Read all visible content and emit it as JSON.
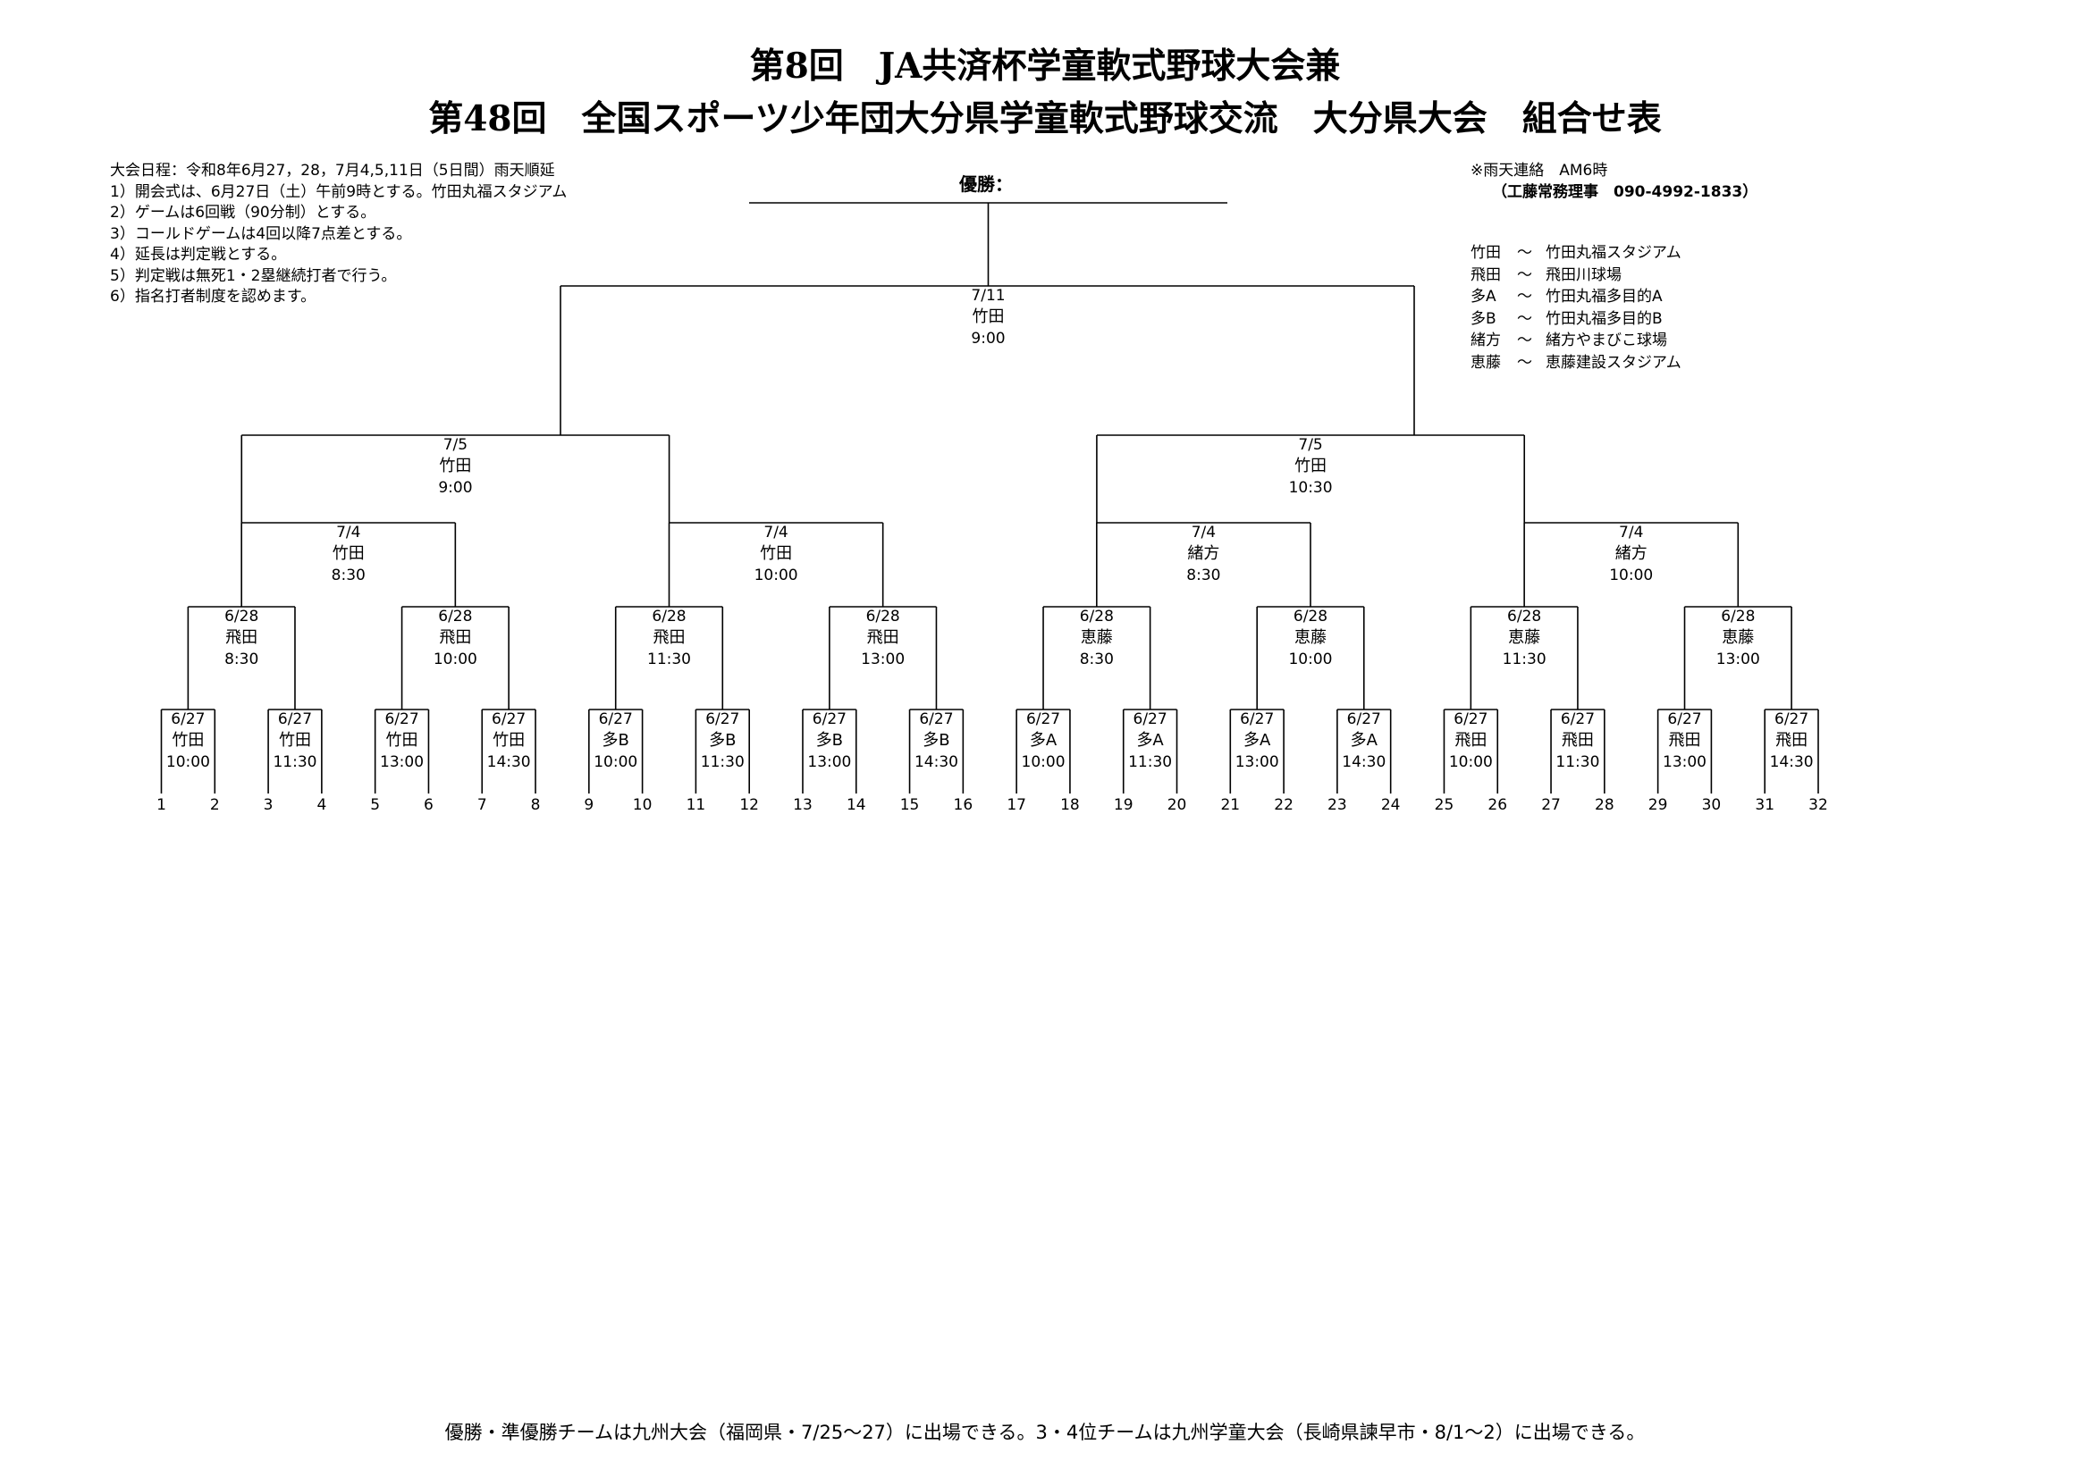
{
  "title": {
    "line1": "第8回　JA共済杯学童軟式野球大会兼",
    "line2": "第48回　全国スポーツ少年団大分県学童軟式野球交流　大分県大会　組合せ表"
  },
  "schedule": [
    "大会日程：令和8年6月27，28，7月4,5,11日（5日間）雨天順延",
    "1）開会式は、6月27日（土）午前9時とする。竹田丸福スタジアム",
    "2）ゲームは6回戦（90分制）とする。",
    "3）コールドゲームは4回以降7点差とする。",
    "4）延長は判定戦とする。",
    "5）判定戦は無死1・2塁継続打者で行う。",
    "6）指名打者制度を認めます。"
  ],
  "contact": {
    "line1": "※雨天連絡　AM6時",
    "line2": "（工藤常務理事　090-4992-1833）"
  },
  "venues": [
    {
      "abbr": "竹田",
      "sep": "～",
      "name": "竹田丸福スタジアム"
    },
    {
      "abbr": "飛田",
      "sep": "～",
      "name": "飛田川球場"
    },
    {
      "abbr": "多A",
      "sep": "～",
      "name": "竹田丸福多目的A"
    },
    {
      "abbr": "多B",
      "sep": "～",
      "name": "竹田丸福多目的B"
    },
    {
      "abbr": "緒方",
      "sep": "～",
      "name": "緒方やまびこ球場"
    },
    {
      "abbr": "恵藤",
      "sep": "～",
      "name": "恵藤建設スタジアム"
    }
  ],
  "champion_label": "優勝：",
  "bracket": {
    "teams": [
      "1",
      "2",
      "3",
      "4",
      "5",
      "6",
      "7",
      "8",
      "9",
      "10",
      "11",
      "12",
      "13",
      "14",
      "15",
      "16",
      "17",
      "18",
      "19",
      "20",
      "21",
      "22",
      "23",
      "24",
      "25",
      "26",
      "27",
      "28",
      "29",
      "30",
      "31",
      "32"
    ],
    "round1": [
      {
        "date": "6/27",
        "venue": "竹田",
        "time": "10:00"
      },
      {
        "date": "6/27",
        "venue": "竹田",
        "time": "11:30"
      },
      {
        "date": "6/27",
        "venue": "竹田",
        "time": "13:00"
      },
      {
        "date": "6/27",
        "venue": "竹田",
        "time": "14:30"
      },
      {
        "date": "6/27",
        "venue": "多B",
        "time": "10:00"
      },
      {
        "date": "6/27",
        "venue": "多B",
        "time": "11:30"
      },
      {
        "date": "6/27",
        "venue": "多B",
        "time": "13:00"
      },
      {
        "date": "6/27",
        "venue": "多B",
        "time": "14:30"
      },
      {
        "date": "6/27",
        "venue": "多A",
        "time": "10:00"
      },
      {
        "date": "6/27",
        "venue": "多A",
        "time": "11:30"
      },
      {
        "date": "6/27",
        "venue": "多A",
        "time": "13:00"
      },
      {
        "date": "6/27",
        "venue": "多A",
        "time": "14:30"
      },
      {
        "date": "6/27",
        "venue": "飛田",
        "time": "10:00"
      },
      {
        "date": "6/27",
        "venue": "飛田",
        "time": "11:30"
      },
      {
        "date": "6/27",
        "venue": "飛田",
        "time": "13:00"
      },
      {
        "date": "6/27",
        "venue": "飛田",
        "time": "14:30"
      }
    ],
    "round2": [
      {
        "date": "6/28",
        "venue": "飛田",
        "time": "8:30"
      },
      {
        "date": "6/28",
        "venue": "飛田",
        "time": "10:00"
      },
      {
        "date": "6/28",
        "venue": "飛田",
        "time": "11:30"
      },
      {
        "date": "6/28",
        "venue": "飛田",
        "time": "13:00"
      },
      {
        "date": "6/28",
        "venue": "恵藤",
        "time": "8:30"
      },
      {
        "date": "6/28",
        "venue": "恵藤",
        "time": "10:00"
      },
      {
        "date": "6/28",
        "venue": "恵藤",
        "time": "11:30"
      },
      {
        "date": "6/28",
        "venue": "恵藤",
        "time": "13:00"
      }
    ],
    "round3": [
      {
        "date": "7/4",
        "venue": "竹田",
        "time": "8:30"
      },
      {
        "date": "7/4",
        "venue": "竹田",
        "time": "10:00"
      },
      {
        "date": "7/4",
        "venue": "緒方",
        "time": "8:30"
      },
      {
        "date": "7/4",
        "venue": "緒方",
        "time": "10:00"
      }
    ],
    "semifinal": [
      {
        "date": "7/5",
        "venue": "竹田",
        "time": "9:00"
      },
      {
        "date": "7/5",
        "venue": "竹田",
        "time": "10:30"
      }
    ],
    "final": {
      "date": "7/11",
      "venue": "竹田",
      "time": "9:00"
    }
  },
  "footer": "優勝・準優勝チームは九州大会（福岡県・7/25～27）に出場できる。3・4位チームは九州学童大会（長崎県諫早市・8/1～2）に出場できる。"
}
